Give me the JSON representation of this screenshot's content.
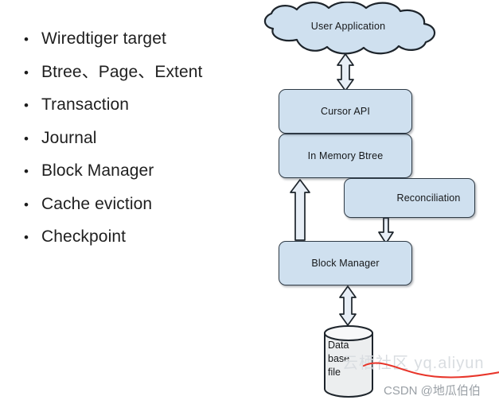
{
  "slide": {
    "bullets": [
      {
        "marker": "•",
        "label": "Wiredtiger target"
      },
      {
        "marker": "•",
        "label": "Btree、Page、Extent"
      },
      {
        "marker": "•",
        "label": "Transaction"
      },
      {
        "marker": "•",
        "label": "Journal"
      },
      {
        "marker": "•",
        "label": "Block Manager"
      },
      {
        "marker": "•",
        "label": "Cache eviction"
      },
      {
        "marker": "•",
        "label": "Checkpoint"
      }
    ]
  },
  "diagram": {
    "cloud": {
      "label": "User Application"
    },
    "boxes": [
      {
        "id": "cursor-api",
        "label": "Cursor API"
      },
      {
        "id": "in-memory-btree",
        "label": "In Memory Btree"
      },
      {
        "id": "reconciliation",
        "label": "Reconciliation"
      },
      {
        "id": "block-manager",
        "label": "Block Manager"
      }
    ],
    "cylinder": {
      "line1": "Data",
      "line2": "base",
      "line3": "file"
    },
    "arrows": [
      {
        "id": "cloud-to-cursor",
        "direction": "bidirectional"
      },
      {
        "id": "blockmgr-to-inmemory",
        "direction": "up"
      },
      {
        "id": "reconcile-to-blockmgr",
        "direction": "down"
      },
      {
        "id": "blockmgr-to-database",
        "direction": "bidirectional"
      }
    ],
    "colors": {
      "node_fill": "#cfe0ef",
      "node_stroke": "#2f3b46",
      "cloud_fill": "#cfe0ef",
      "arrow_fill": "#eef3f8",
      "cylinder_fill": "#eceeef",
      "text": "#16181a"
    }
  },
  "watermarks": {
    "faint": "云栖社区 yq.aliyun",
    "csdn": "CSDN @地瓜伯伯",
    "redline_color": "#e8352a"
  }
}
